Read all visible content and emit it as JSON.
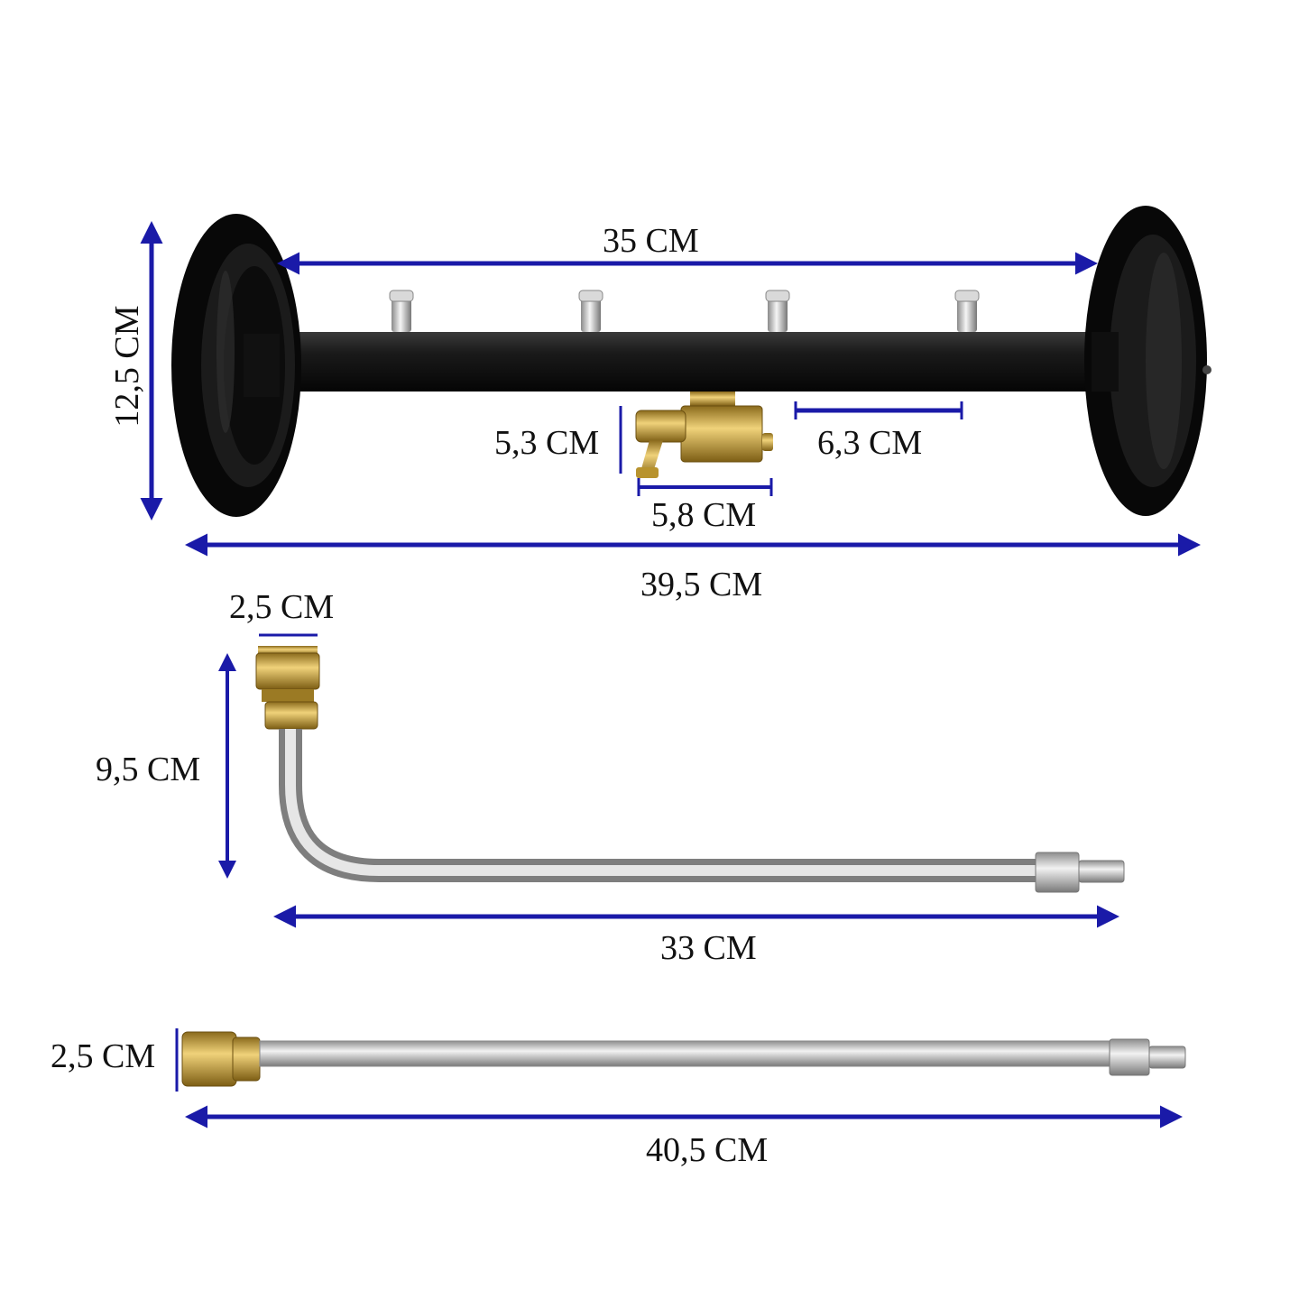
{
  "colors": {
    "dimension_arrow": "#1a1aa8",
    "wheel": "#0d0d0d",
    "bar": "#151515",
    "brass": "#c9a43a",
    "steel": "#c8c8c8"
  },
  "products": [
    {
      "name": "undercarriage-cleaner",
      "dimensions": {
        "overall_height": "12,5 CM",
        "nozzle_span": "35 CM",
        "inlet_height": "5,3 CM",
        "inlet_width": "5,8 CM",
        "nozzle_spacing": "6,3 CM",
        "overall_width": "39,5 CM"
      }
    },
    {
      "name": "curved-extension-wand",
      "dimensions": {
        "coupler_width": "2,5 CM",
        "bend_height": "9,5 CM",
        "length": "33 CM"
      }
    },
    {
      "name": "straight-extension-wand",
      "dimensions": {
        "coupler_width": "2,5 CM",
        "length": "40,5 CM"
      }
    }
  ]
}
